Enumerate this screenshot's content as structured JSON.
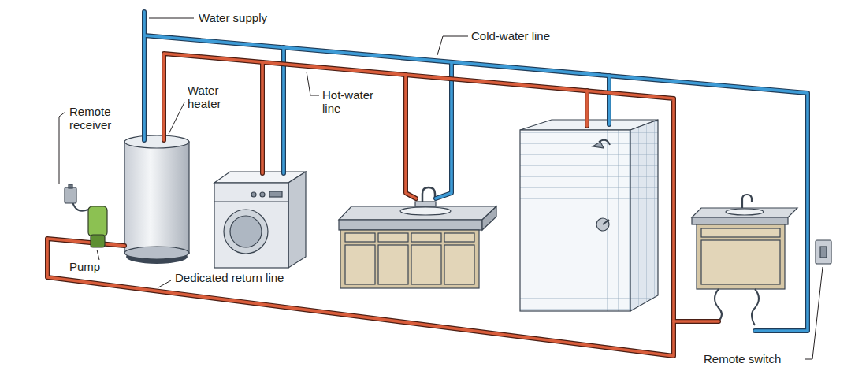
{
  "diagram": {
    "labels": [
      "Water supply",
      "Cold-water line",
      "Remote receiver",
      "Water heater",
      "Hot-water line",
      "Pump",
      "Dedicated return line",
      "Remote switch"
    ]
  }
}
